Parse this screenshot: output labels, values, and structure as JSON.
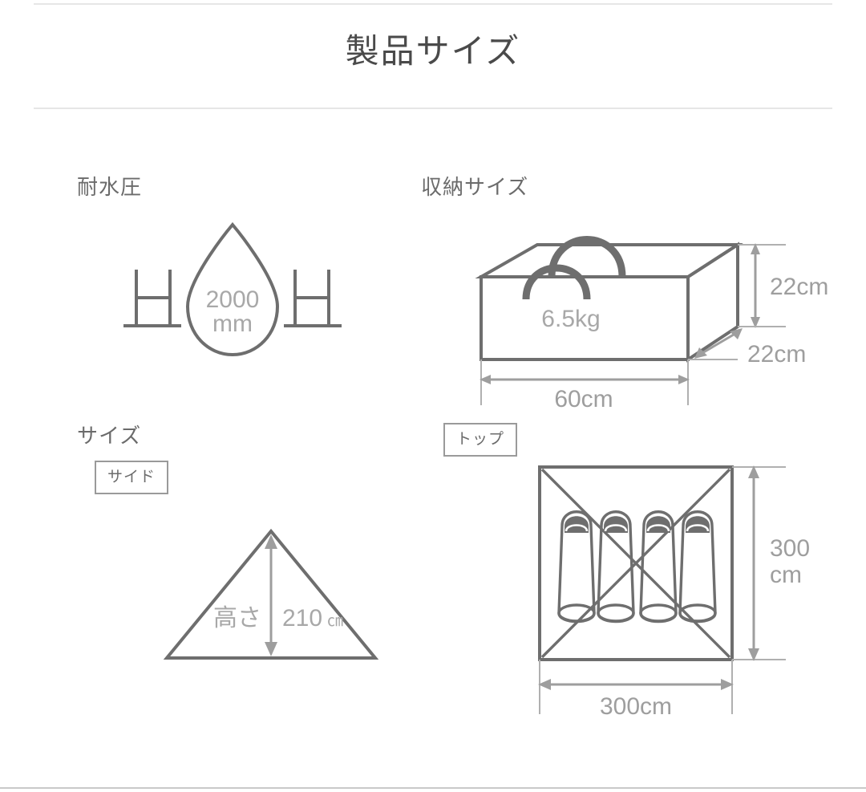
{
  "page": {
    "title": "製品サイズ"
  },
  "sections": {
    "water_resistance": {
      "heading": "耐水圧",
      "icon": "water-drop-h2o-icon",
      "value": "2000",
      "unit": "mm",
      "left_letter": "H",
      "right_letter": "H"
    },
    "storage_size": {
      "heading": "収納サイズ",
      "icon": "carry-bag-icon",
      "weight": "6.5kg",
      "width_label": "60cm",
      "height_label": "22cm",
      "depth_label": "22cm"
    },
    "size": {
      "heading": "サイズ",
      "side_view": {
        "tag": "サイド",
        "icon": "tent-side-triangle-icon",
        "height_name": "高さ",
        "height_value": "210",
        "height_unit": "㎝"
      },
      "top_view": {
        "tag": "トップ",
        "icon": "tent-top-plan-icon",
        "width_label": "300cm",
        "depth_value": "300",
        "depth_unit": "cm",
        "occupants": 4
      }
    }
  },
  "colors": {
    "outline_dark": "#6e6e6e",
    "dimension_gray": "#9e9e9e",
    "label_gray": "#a8a8a8",
    "heading_gray": "#6b6b6b",
    "title_gray": "#4a4a4a",
    "rule_gray": "#e6e6e6"
  }
}
